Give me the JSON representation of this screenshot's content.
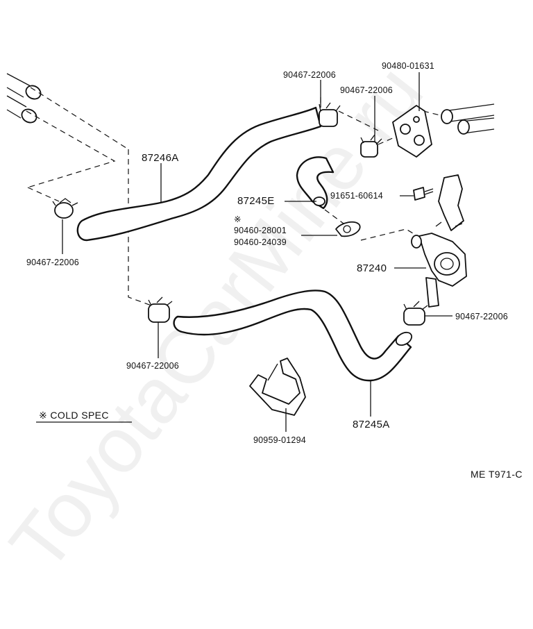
{
  "parts": {
    "hose_upper_main": "87246A",
    "hose_small_e": "87245E",
    "hose_lower_a": "87245A",
    "water_valve": "87240",
    "grommet": "90480-01631",
    "clamp_top_a": "90467-22006",
    "clamp_top_b": "90467-22006",
    "clamp_left": "90467-22006",
    "clamp_lower_left": "90467-22006",
    "clamp_right": "90467-22006",
    "bolt": "91651-60614",
    "cold_spec_mark": "※",
    "cold_clip_a": "90460-28001",
    "cold_clip_b": "90460-24039",
    "bracket_clamp": "90959-01294"
  },
  "legend": {
    "note": "※ COLD SPEC"
  },
  "reference": "ME T971-C",
  "watermark": "ToyotaCarMine.ru"
}
